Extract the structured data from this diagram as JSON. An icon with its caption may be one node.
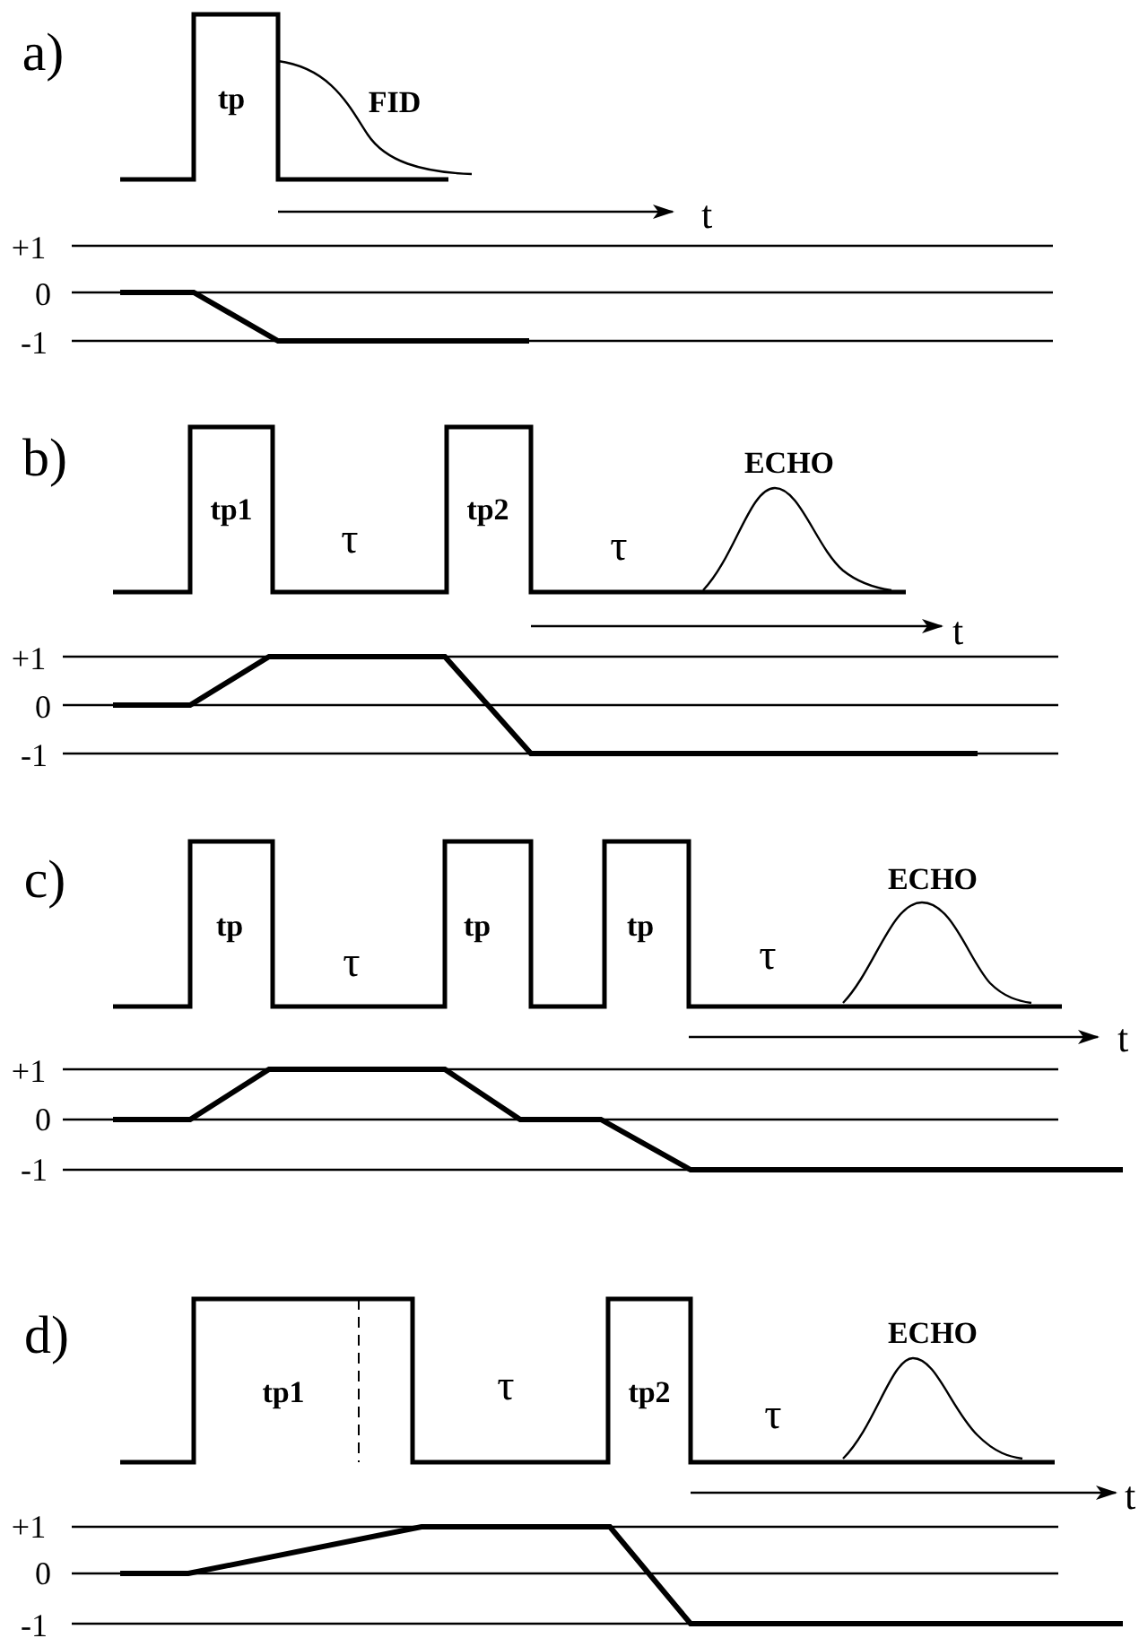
{
  "diagram": {
    "labels": [
      "a)",
      "tp",
      "FID",
      "t",
      "+1",
      "0",
      "-1",
      "b)",
      "ECHO",
      "tp1",
      "τ",
      "tp2",
      "τ",
      "t",
      "+1",
      "0",
      "-1",
      "c)",
      "ECHO",
      "tp",
      "τ",
      "tp",
      "tp",
      "τ",
      "t",
      "+1",
      "0",
      "-1",
      "d)",
      "ECHO",
      "tp1",
      "τ",
      "tp2",
      "τ",
      "t",
      "+1",
      "0",
      "-1"
    ]
  }
}
